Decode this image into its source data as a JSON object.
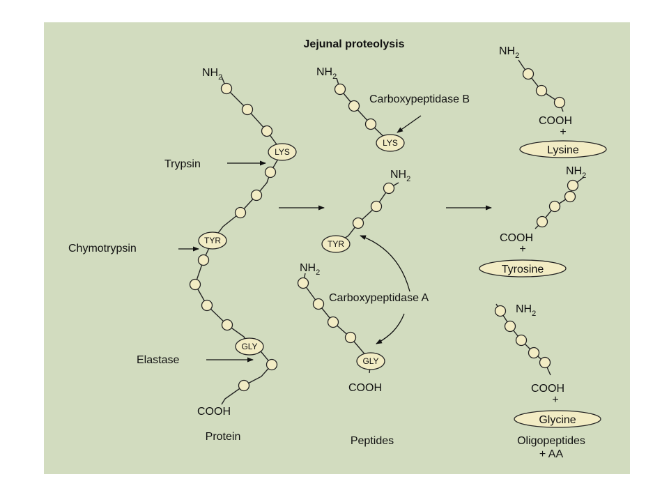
{
  "title": "Jejunal proteolysis",
  "chain_ends": {
    "amino": "NH",
    "amino_sub": "2",
    "carboxyl": "COOH",
    "plus": "+"
  },
  "residues": {
    "lys": "LYS",
    "tyr": "TYR",
    "gly": "GLY"
  },
  "enzymes": {
    "trypsin": "Trypsin",
    "chymotrypsin": "Chymotrypsin",
    "elastase": "Elastase",
    "carboxypeptidase_b": "Carboxypeptidase B",
    "carboxypeptidase_a": "Carboxypeptidase A"
  },
  "products": {
    "lysine": "Lysine",
    "tyrosine": "Tyrosine",
    "glycine": "Glycine"
  },
  "column_labels": {
    "protein": "Protein",
    "peptides": "Peptides",
    "oligopeptides_line1": "Oligopeptides",
    "oligopeptides_line2": "+ AA"
  },
  "colors": {
    "panel": "#d2dcbf",
    "bead_fill": "#f2ecc4",
    "outline": "#222222"
  }
}
